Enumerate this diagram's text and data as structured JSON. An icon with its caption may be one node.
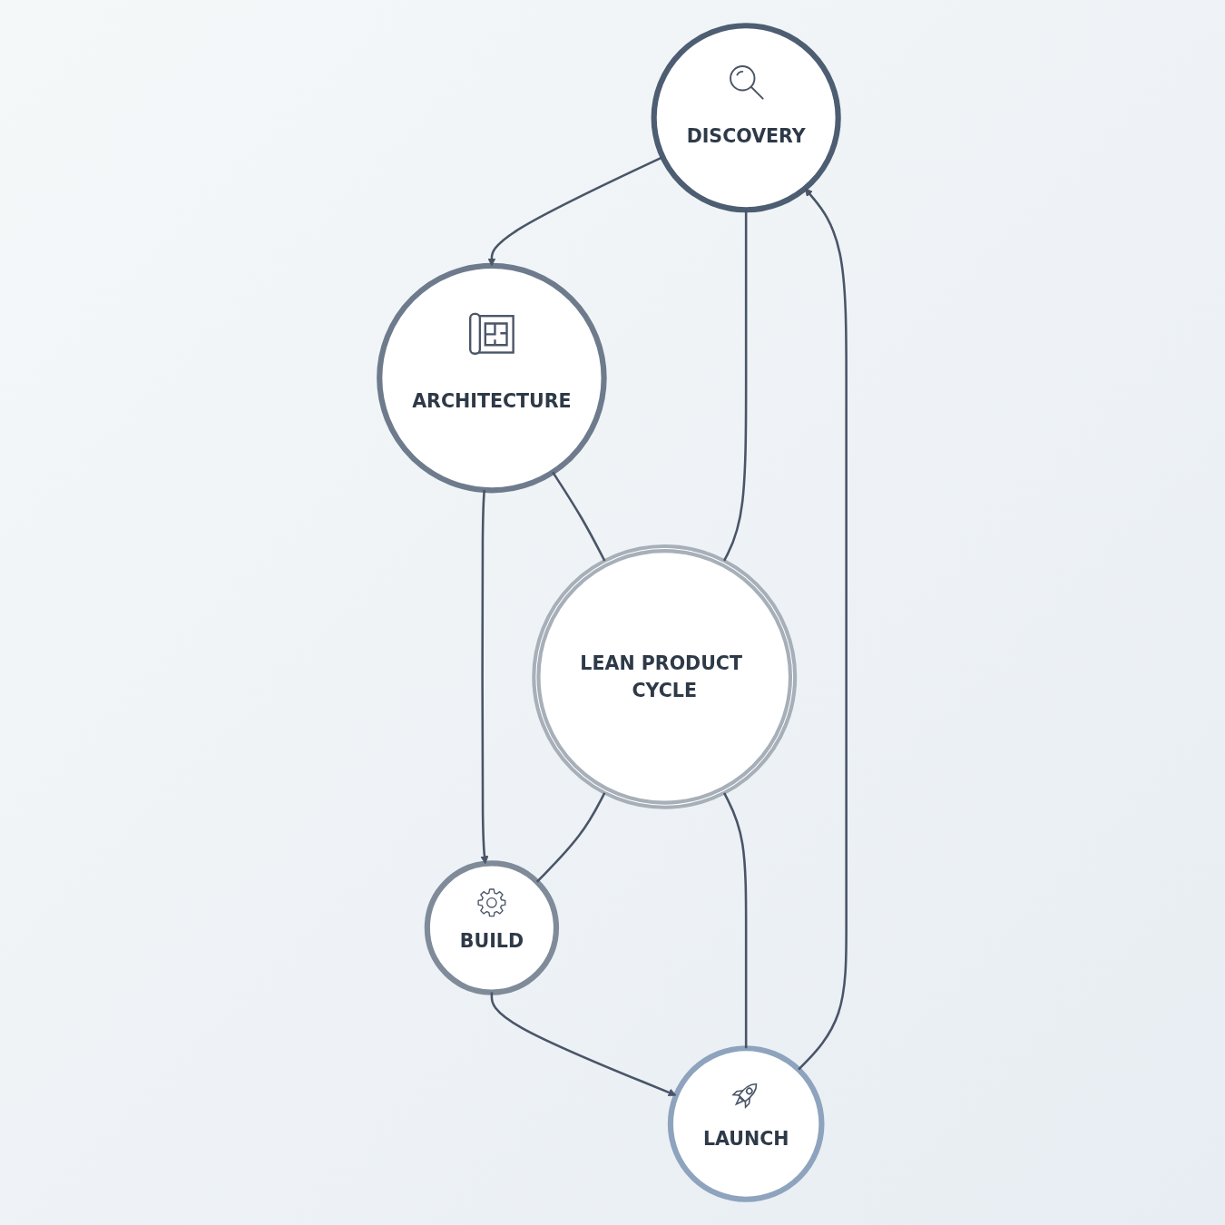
{
  "diagram": {
    "nodes": [
      {
        "text": [
          "DISCOVERY"
        ]
      },
      {
        "text": [
          "LAUNCH"
        ]
      },
      {
        "text": [
          "LEAN PRODUCT CYCLE"
        ]
      },
      {
        "text": [
          "ARCHITECTURE"
        ]
      },
      {
        "text": [
          "BUILD"
        ]
      }
    ],
    "edges": [
      {
        "from": 0,
        "to": 3,
        "arrow": "to"
      },
      {
        "from": 3,
        "to": 4,
        "arrow": "to"
      },
      {
        "from": 4,
        "to": 1,
        "arrow": "to"
      },
      {
        "from": 1,
        "to": 0,
        "arrow": "to"
      },
      {
        "from": 0,
        "to": 2,
        "arrow": "none"
      },
      {
        "from": 3,
        "to": 2,
        "arrow": "none"
      },
      {
        "from": 2,
        "to": 4,
        "arrow": "none"
      },
      {
        "from": 2,
        "to": 1,
        "arrow": "none"
      }
    ]
  }
}
